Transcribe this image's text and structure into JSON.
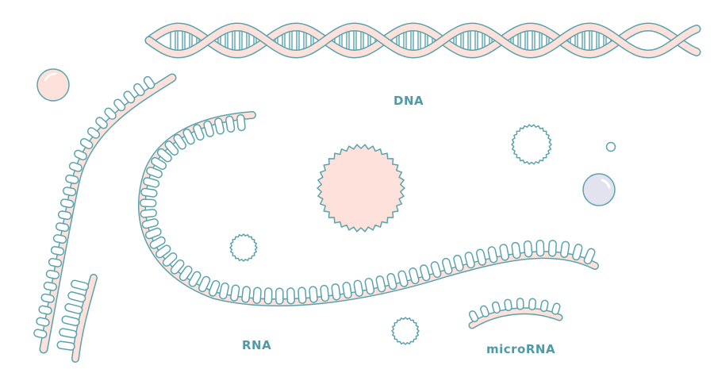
{
  "labels": {
    "dna": "DNA",
    "rna": "RNA",
    "microrna": "microRNA"
  },
  "colors": {
    "outline": "#5aa3ad",
    "fill": "#fde1da",
    "label": "#4f9aa5",
    "lilac": "#e3e2ef"
  }
}
